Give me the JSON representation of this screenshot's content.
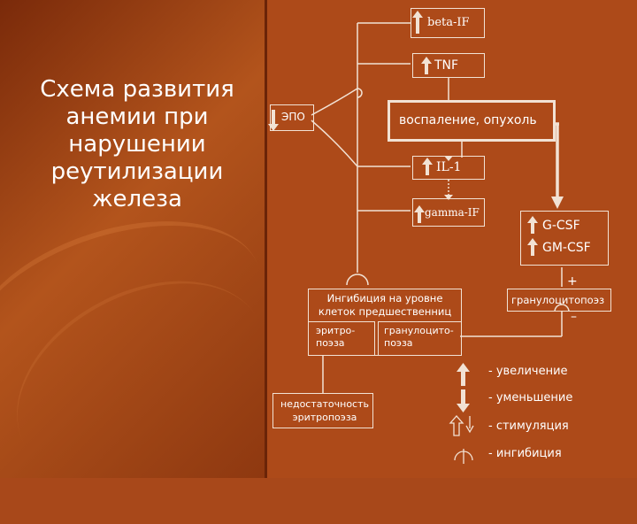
{
  "slide": {
    "title": "Схема развития анемии при нарушении реутилизации железа"
  },
  "diagram": {
    "beta_if": "beta-IF",
    "tnf": "TNF",
    "epo": "ЭПО",
    "inflammation": "воспаление, опухоль",
    "il1": "IL-1",
    "gamma_if": "gamma-IF",
    "gcsf": "G-CSF",
    "gmcsf": "GM-CSF",
    "inhibition": "Ингибиция на уровне клеток предшественниц",
    "erythro": "эритро- поэза",
    "granulo": "гранулоцито- поэза",
    "granulopoiesis": "гранулоцитопоэз",
    "insufficiency": "недостаточность эритропоэза",
    "plus": "+",
    "minus": "–"
  },
  "legend": {
    "increase": "-  увеличение",
    "decrease": "-  уменьшение",
    "stimulation": "-  стимуляция",
    "inhibition": "-  ингибиция"
  }
}
